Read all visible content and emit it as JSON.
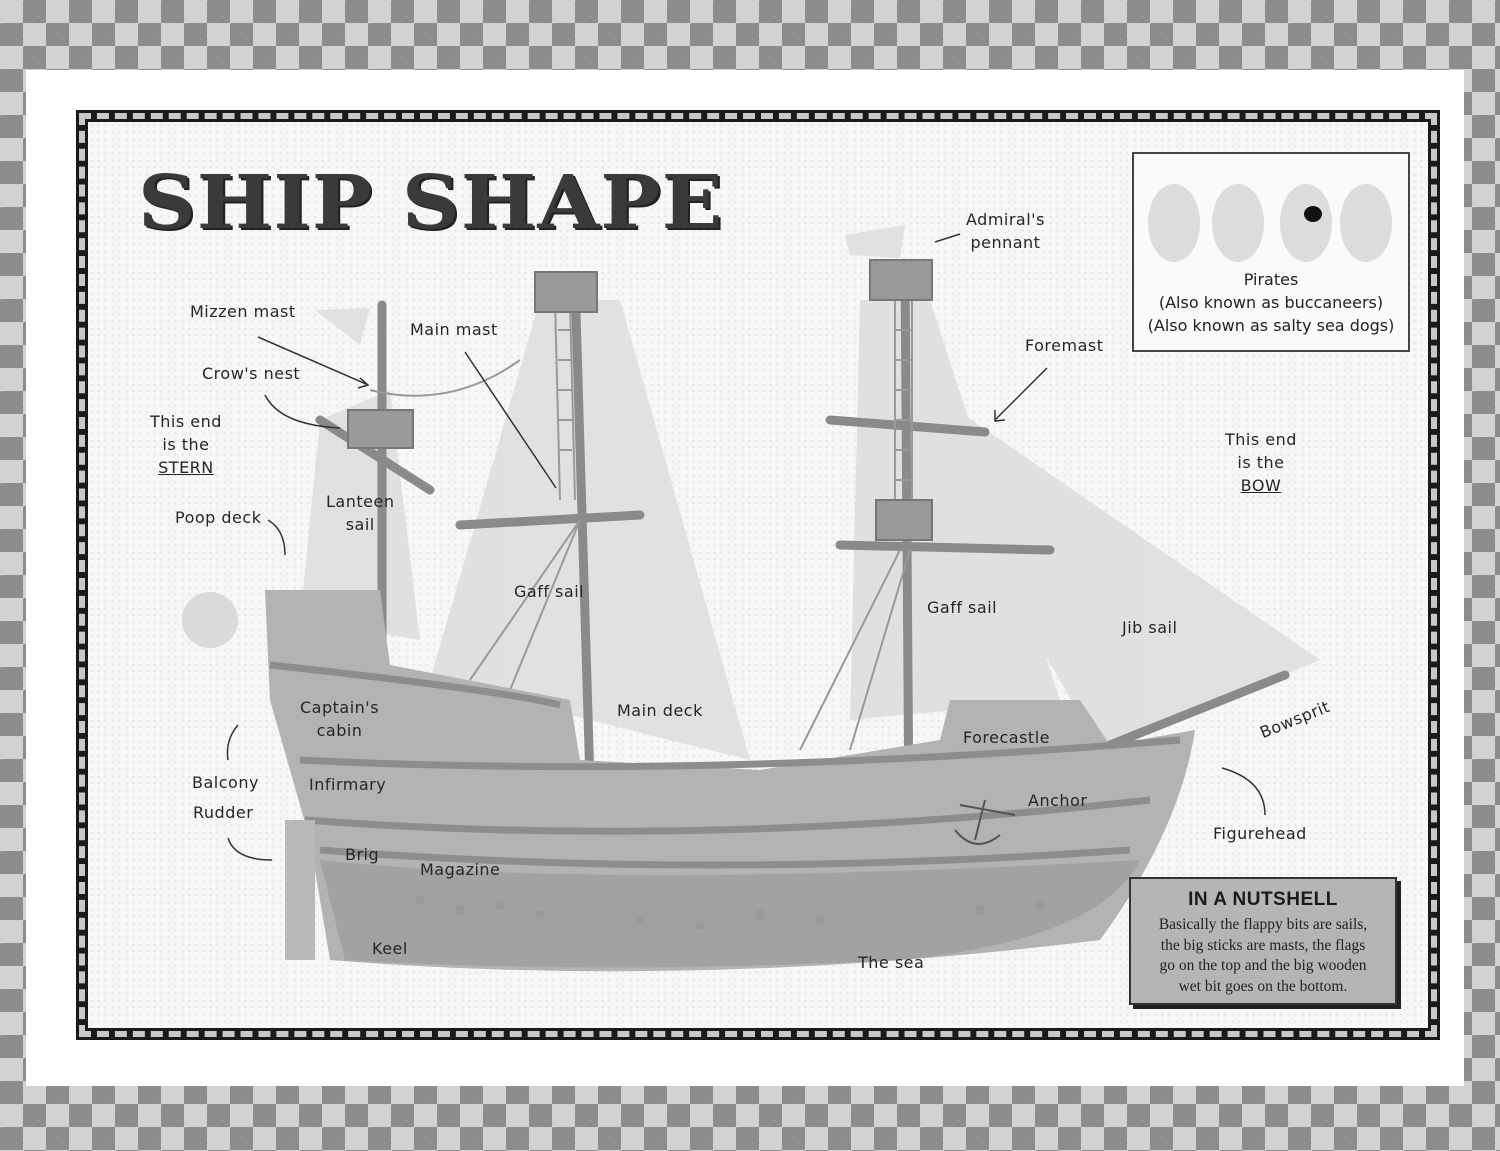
{
  "title": "SHIP SHAPE",
  "labels": {
    "admirals_pennant": [
      "Admiral's",
      "pennant"
    ],
    "mizzen_mast": "Mizzen mast",
    "main_mast": "Main mast",
    "crows_nest": "Crow's nest",
    "stern": [
      "This end",
      "is the",
      "STERN"
    ],
    "lanteen_sail": [
      "Lanteen",
      "sail"
    ],
    "poop_deck": "Poop deck",
    "gaff_sail_main": "Gaff sail",
    "gaff_sail_fore": "Gaff sail",
    "foremast": "Foremast",
    "bow": [
      "This end",
      "is the",
      "BOW"
    ],
    "jib_sail": "Jib sail",
    "main_deck": "Main deck",
    "captains_cabin": [
      "Captain's",
      "cabin"
    ],
    "forecastle": "Forecastle",
    "bowsprit": "Bowsprit",
    "balcony": "Balcony",
    "rudder": "Rudder",
    "infirmary": "Infirmary",
    "anchor": "Anchor",
    "figurehead": "Figurehead",
    "brig": "Brig",
    "magazine": "Magazine",
    "keel": "Keel",
    "the_sea": "The sea"
  },
  "pirates": {
    "caption": [
      "Pirates",
      "(Also known as buccaneers)",
      "(Also known as salty sea dogs)"
    ]
  },
  "nutshell": {
    "heading": "IN A NUTSHELL",
    "lines": [
      "Basically the flappy bits are sails,",
      "the big sticks are masts, the flags",
      "go on the top and the big wooden",
      "wet bit goes on the bottom."
    ]
  },
  "colors": {
    "checker_dark": "#8d8d8d",
    "checker_light": "#d2d2d2",
    "border": "#1a1a1a",
    "hull": "#a9a9a9",
    "sail": "#dcdcdc"
  }
}
